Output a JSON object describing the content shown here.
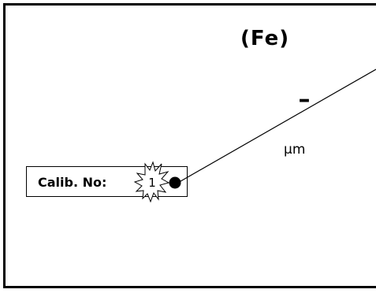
{
  "element": {
    "symbol": "(Fe)"
  },
  "measurement": {
    "value": "–",
    "unit": "μm"
  },
  "calibration": {
    "label": "Calib. No:",
    "number": "1"
  },
  "colors": {
    "background": "#ffffff",
    "line": "#000000"
  },
  "icons": {
    "burst": "starburst-icon",
    "indicator": "filled-dot-icon"
  }
}
